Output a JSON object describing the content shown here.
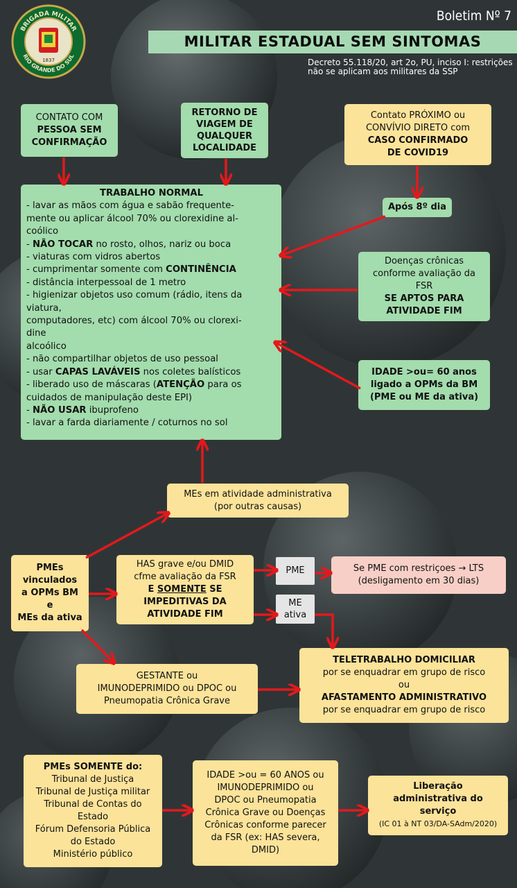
{
  "header": {
    "bulletin": "Boletim Nº 7",
    "title": "MILITAR ESTADUAL SEM SINTOMAS",
    "decree_line1": "Decreto 55.118/20, art 2o, PU, inciso I: restrições",
    "decree_line2": "não se aplicam aos militares da SSP"
  },
  "seal": {
    "top_text": "BRIGADA MILITAR",
    "bottom_text": "RIO GRANDE DO SUL",
    "year": "1837"
  },
  "boxes": {
    "contato_sem_conf": [
      "CONTATO COM",
      "PESSOA SEM",
      "CONFIRMAÇÃO"
    ],
    "retorno_viagem": [
      "RETORNO DE",
      "VIAGEM DE",
      "QUALQUER",
      "LOCALIDADE"
    ],
    "contato_proximo": [
      "Contato PRÓXIMO ou",
      "CONVÍVIO DIRETO com",
      "CASO CONFIRMADO",
      "DE COVID19"
    ],
    "apos_8": "Após 8º dia",
    "doencas_cronicas": [
      "Doenças crônicas",
      "conforme avaliação da",
      "FSR",
      "SE APTOS PARA",
      "ATIVIDADE FIM"
    ],
    "idade_60": [
      "IDADE >ou= 60 anos",
      "ligado a OPMs da BM",
      "(PME ou ME da ativa)"
    ],
    "mes_admin": [
      "MEs em atividade administrativa",
      "(por outras causas)"
    ],
    "pmes_vinculados": [
      "PMEs",
      "vinculados",
      "a OPMs BM",
      "e",
      "MEs da ativa"
    ],
    "has_grave": {
      "line1": "HAS grave e/ou DMID",
      "line2": "cfme avaliação da FSR",
      "line3a": "E ",
      "line3b": "SOMENTE",
      "line3c": " SE",
      "line4": "IMPEDITIVAS DA",
      "line5": "ATIVIDADE FIM"
    },
    "pme_tag": "PME",
    "me_tag": [
      "ME",
      "ativa"
    ],
    "lts": [
      "Se PME com restriçoes → LTS",
      "(desligamento em 30 dias)"
    ],
    "teletrabalho": [
      "TELETRABALHO DOMICILIAR",
      "por se enquadrar em grupo de risco",
      "ou",
      "AFASTAMENTO ADMINISTRATIVO",
      "por se enquadrar em grupo de risco"
    ],
    "gestante": [
      "GESTANTE ou",
      "IMUNODEPRIMIDO ou DPOC ou",
      "Pneumopatia Crônica Grave"
    ],
    "pmes_somente": [
      "PMEs SOMENTE do:",
      "Tribunal de Justiça",
      "Tribunal de Justiça militar",
      "Tribunal de Contas do",
      "Estado",
      "Fórum Defensoria Pública",
      "do Estado",
      "Ministério público"
    ],
    "idade_60_ou": [
      "IDADE >ou = 60 ANOS ou",
      "IMUNODEPRIMIDO ou",
      "DPOC ou Pneumopatia",
      "Crônica Grave ou Doenças",
      "Crônicas conforme parecer",
      "da FSR (ex: HAS severa,",
      "DMID)"
    ],
    "liberacao": [
      "Liberação",
      "administrativa do",
      "serviço",
      "(IC 01 à NT 03/DA-SAdm/2020)"
    ]
  },
  "trabalho_normal": {
    "title": "TRABALHO NORMAL",
    "l1": "- lavar as mãos com água e sabão frequente-",
    "l2": "mente ou aplicar álcool 70% ou clorexidine al-",
    "l3": "coólico",
    "l4a": "- ",
    "l4b": "NÃO TOCAR",
    "l4c": " no rosto, olhos, nariz ou boca",
    "l5": "- viaturas com vidros abertos",
    "l6a": "- cumprimentar somente com ",
    "l6b": "CONTINÊNCIA",
    "l7": "- distância interpessoal de 1 metro",
    "l8": "- higienizar objetos uso comum (rádio, itens da",
    "l9": "viatura,",
    "l10": "computadores, etc) com álcool 70% ou clorexi-",
    "l11": "dine",
    "l12": "alcoólico",
    "l13": "- não compartilhar objetos de uso pessoal",
    "l14a": "- usar ",
    "l14b": "CAPAS LAVÁVEIS",
    "l14c": " nos coletes balísticos",
    "l15a": "- liberado uso de máscaras (",
    "l15b": "ATENÇÃO",
    "l15c": " para os",
    "l16": "cuidados de manipulação deste EPI)",
    "l17a": "- ",
    "l17b": "NÃO USAR",
    "l17c": " ibuprofeno",
    "l18": "- lavar a farda diariamente / coturnos no sol"
  },
  "colors": {
    "green_box": "#a3dcad",
    "yellow_box": "#fbe39a",
    "pink_box": "#f7cfc6",
    "arrow": "#e3191c",
    "title_bar": "#a6d9b3"
  }
}
